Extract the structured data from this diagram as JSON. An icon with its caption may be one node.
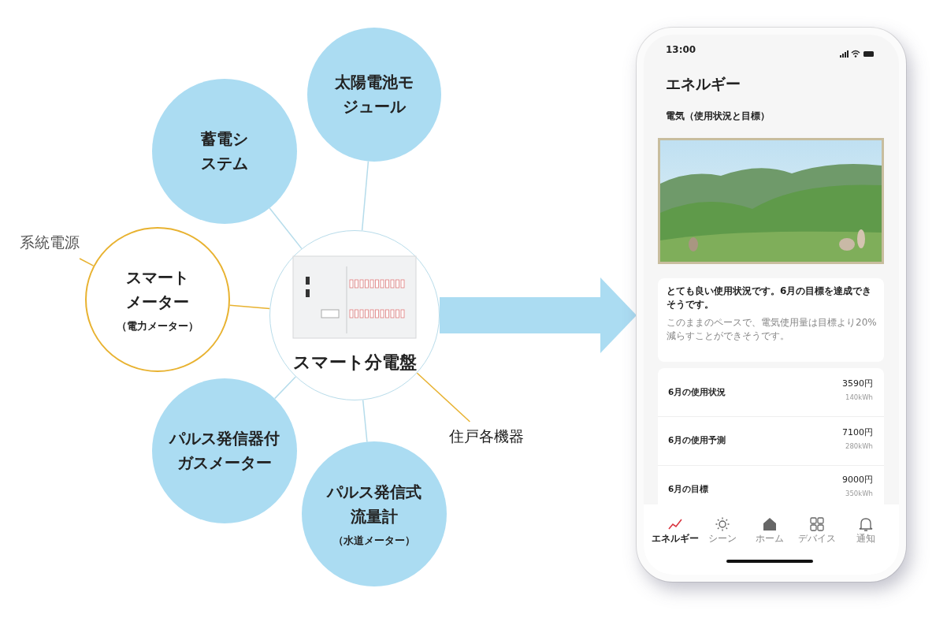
{
  "diagram": {
    "nodes": [
      {
        "text": [
          "太陽電池モジュール"
        ]
      },
      {
        "text": [
          "蓄電システム"
        ]
      },
      {
        "text": [
          "系統電源"
        ]
      },
      {
        "text": [
          "スマートメーター",
          "（電力メーター）"
        ]
      },
      {
        "text": [
          "スマート分電盤"
        ]
      },
      {
        "text": [
          "パルス発信器付ガスメーター"
        ]
      },
      {
        "text": [
          "パルス発信式流量計",
          "（水道メーター）"
        ]
      },
      {
        "text": [
          "住戸各機器"
        ]
      },
      {
        "text": [
          "13:00",
          "エネルギー",
          "電気（使用状況と目標）",
          "とても良い使用状況です。6月の目標を達成できそうです。",
          "このままのペースで、電気使用量は目標より20%減らすことができそうです。",
          "6月の使用状況",
          "3590円",
          "140kWh",
          "6月の使用予測",
          "7100円",
          "280kWh",
          "6月の目標",
          "9000円",
          "350kWh",
          "エネルギー",
          "シーン",
          "ホーム",
          "デバイス",
          "通知"
        ]
      }
    ],
    "edges": [
      {
        "from": 0,
        "to": 4,
        "arrow": "none"
      },
      {
        "from": 1,
        "to": 4,
        "arrow": "none"
      },
      {
        "from": 2,
        "to": 3,
        "arrow": "none",
        "color": "#e8b230"
      },
      {
        "from": 3,
        "to": 4,
        "arrow": "none",
        "color": "#e8b230"
      },
      {
        "from": 4,
        "to": 7,
        "arrow": "none",
        "color": "#e8b230"
      },
      {
        "from": 4,
        "to": 5,
        "arrow": "none"
      },
      {
        "from": 4,
        "to": 6,
        "arrow": "none"
      },
      {
        "from": 4,
        "to": 8,
        "arrow": "to",
        "style": "thick",
        "color": "#abdcf2"
      }
    ]
  }
}
